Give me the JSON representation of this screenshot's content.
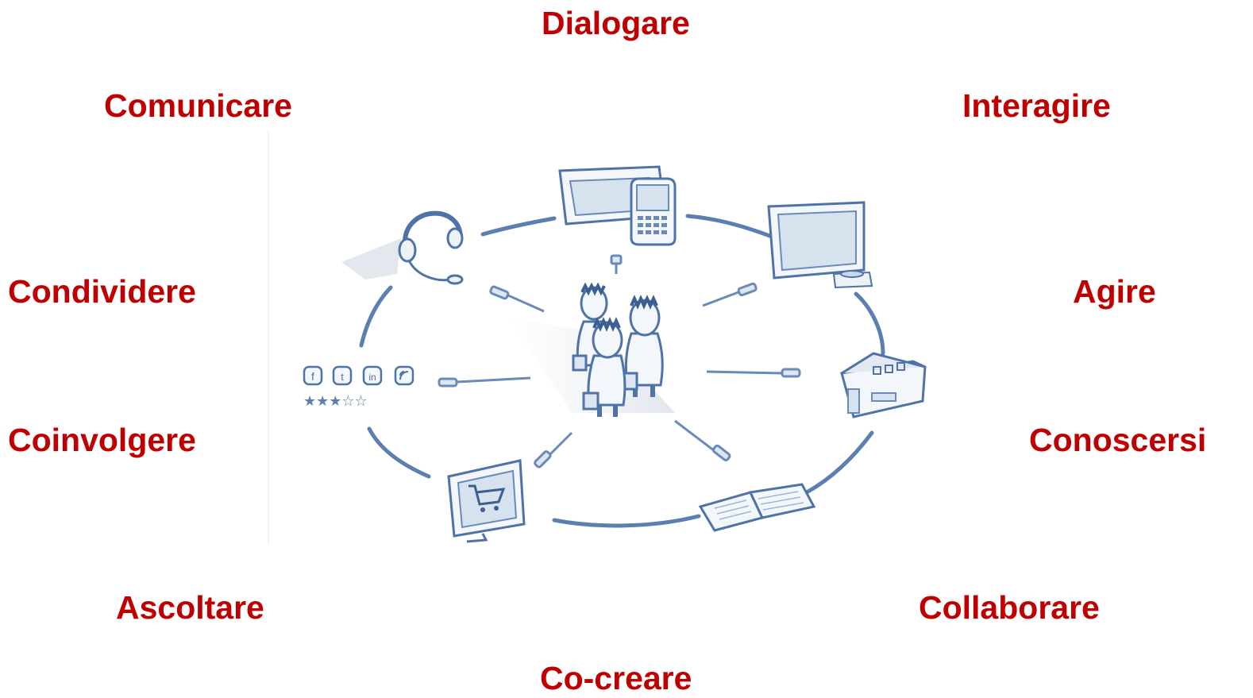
{
  "colors": {
    "keyword": "#c00000",
    "ink": "#5b7fb0",
    "ink_dark": "#3c5f91",
    "ink_light": "#c9d8ea"
  },
  "keywords": {
    "dialogare": "Dialogare",
    "comunicare": "Comunicare",
    "interagire": "Interagire",
    "condividere": "Condividere",
    "agire": "Agire",
    "coinvolgere": "Coinvolgere",
    "conoscersi": "Conoscersi",
    "ascoltare": "Ascoltare",
    "collaborare": "Collaborare",
    "cocreare": "Co-creare"
  },
  "illustration": {
    "icons": [
      "tablet-icon",
      "smartphone-icon",
      "tv-monitor-icon",
      "store-icon",
      "open-book-icon",
      "shopping-cart-monitor-icon",
      "social-media-icon",
      "headset-icon",
      "people-group-icon"
    ],
    "rating_stars": "★★★☆☆"
  }
}
